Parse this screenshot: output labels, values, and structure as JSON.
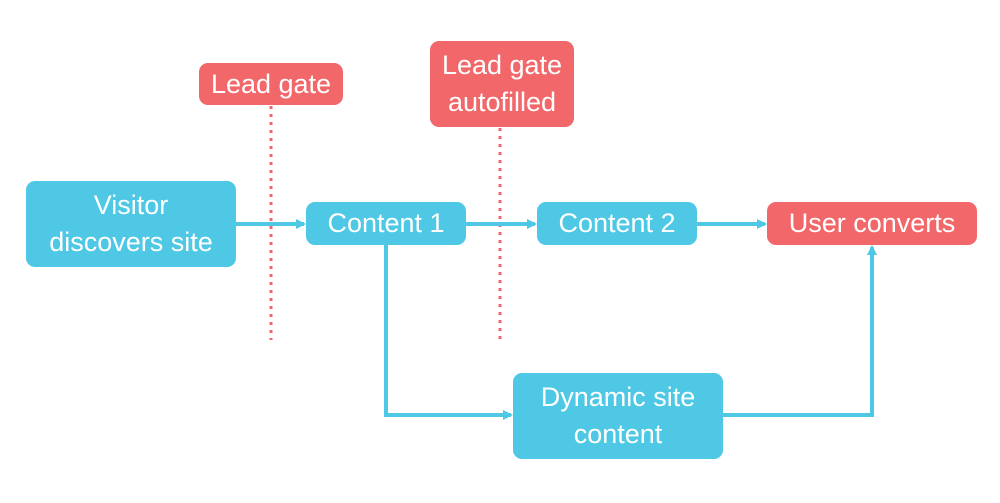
{
  "colors": {
    "content_node": "#4ec8e4",
    "conversion_node": "#f1676a",
    "gate_label": "#f1676a",
    "gate_line": "#f1676a",
    "connector": "#4ec8e4"
  },
  "nodes": {
    "visitor": "Visitor\ndiscovers site",
    "content1": "Content 1",
    "content2": "Content 2",
    "converts": "User converts",
    "dynamic": "Dynamic site\ncontent"
  },
  "gates": {
    "gate1": "Lead gate",
    "gate2": "Lead gate\nautofilled"
  },
  "connections": [
    {
      "from": "visitor",
      "to": "content1"
    },
    {
      "from": "content1",
      "to": "content2"
    },
    {
      "from": "content2",
      "to": "converts"
    },
    {
      "from": "content1",
      "to": "dynamic"
    },
    {
      "from": "dynamic",
      "to": "converts"
    }
  ]
}
